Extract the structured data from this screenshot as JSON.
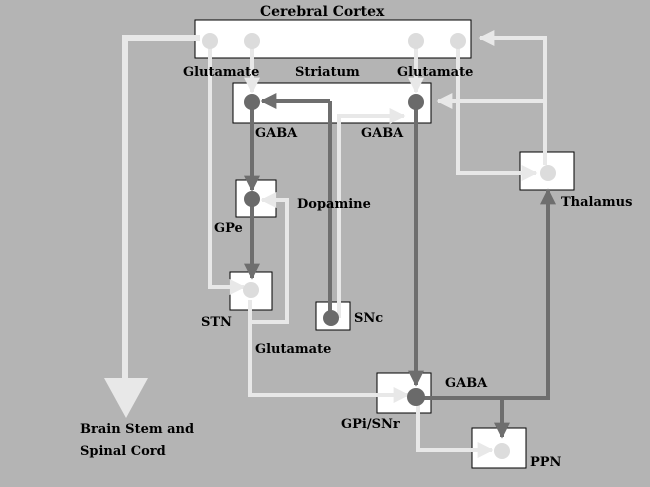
{
  "diagram": {
    "nodes": {
      "cortex": {
        "label": "Cerebral Cortex"
      },
      "striatum": {
        "label": "Striatum"
      },
      "gpe": {
        "label": "GPe"
      },
      "stn": {
        "label": "STN"
      },
      "snc": {
        "label": "SNc"
      },
      "gpi": {
        "label": "GPi/SNr"
      },
      "thalamus": {
        "label": "Thalamus"
      },
      "ppn": {
        "label": "PPN"
      },
      "output": {
        "label_line1": "Brain Stem and",
        "label_line2": "Spinal Cord"
      }
    },
    "transmitters": {
      "glutamate_left": "Glutamate",
      "glutamate_right": "Glutamate",
      "gaba_left": "GABA",
      "gaba_right": "GABA",
      "dopamine": "Dopamine",
      "glutamate_stn": "Glutamate",
      "gaba_gpi": "GABA"
    },
    "colors": {
      "background": "#b4b4b4",
      "box": "#ffffff",
      "excitatory": "#e8e8e8",
      "inhibitory": "#6e6e6e",
      "excitatory_node": "#dcdcdc",
      "inhibitory_node": "#6a6a6a"
    }
  }
}
